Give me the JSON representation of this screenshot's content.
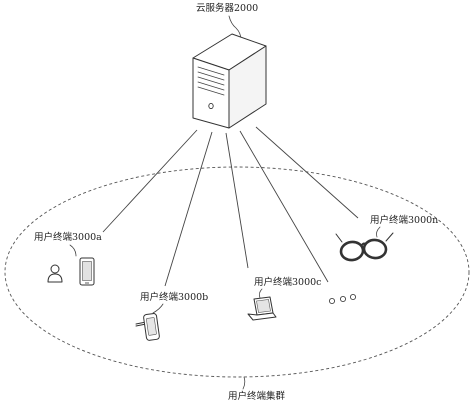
{
  "server": {
    "label": "云服务器2000"
  },
  "terminals": [
    {
      "id": "a",
      "label": "用户终端3000a"
    },
    {
      "id": "b",
      "label": "用户终端3000b"
    },
    {
      "id": "c",
      "label": "用户终端3000c"
    },
    {
      "id": "n",
      "label": "用户终端3000n"
    }
  ],
  "cluster": {
    "label": "用户终端集群"
  }
}
